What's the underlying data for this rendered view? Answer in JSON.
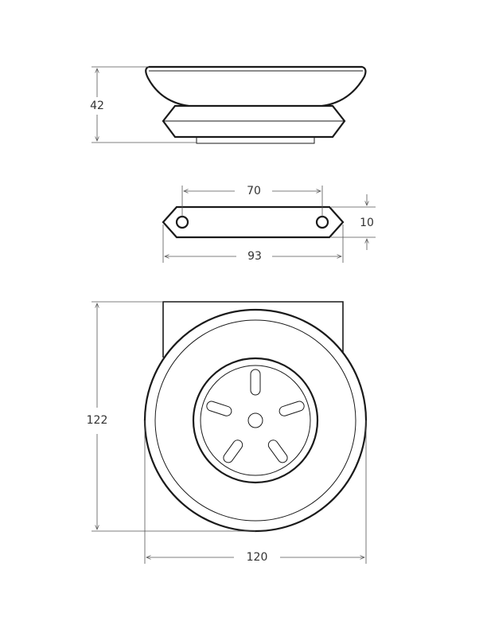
{
  "dimensions": {
    "height_side": "42",
    "hole_spacing": "70",
    "plate_thickness": "10",
    "plate_width": "93",
    "total_height": "122",
    "diameter": "120"
  },
  "colors": {
    "line": "#1a1a1a",
    "dimension": "#555555"
  }
}
